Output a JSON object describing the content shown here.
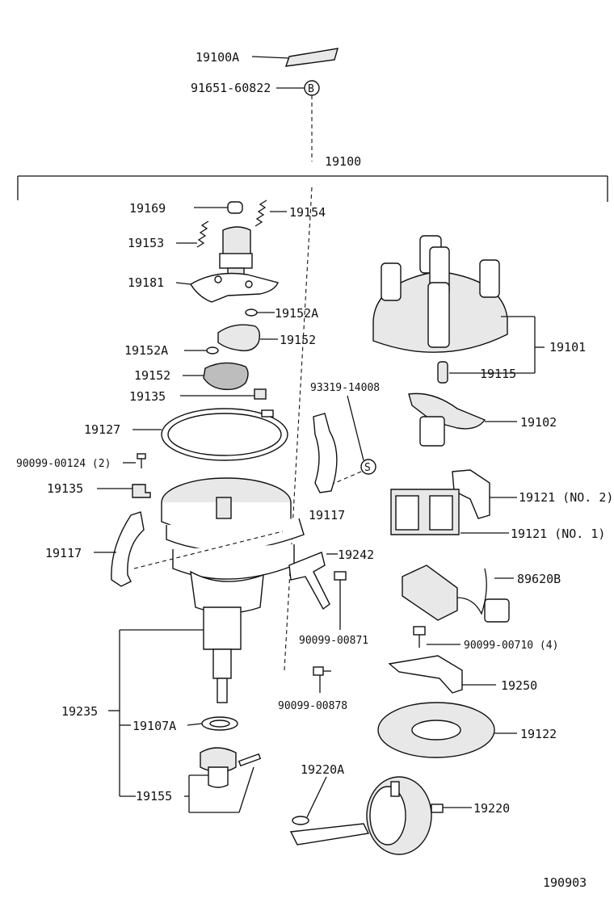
{
  "diagram": {
    "figure_code": "190903",
    "assembly_label": "19100",
    "callouts": {
      "c19100A": "19100A",
      "c91651": "91651-60822",
      "bolt_b": "B",
      "c19169": "19169",
      "c19154": "19154",
      "c19153": "19153",
      "c19181": "19181",
      "c19152A_1": "19152A",
      "c19152_1": "19152",
      "c19152A_2": "19152A",
      "c19152_2": "19152",
      "c19135_1": "19135",
      "c19127": "19127",
      "c90099_00124": "90099-00124 (2)",
      "c19135_2": "19135",
      "c19117_1": "19117",
      "c93319": "93319-14008",
      "bolt_s": "S",
      "c19117_2": "19117",
      "c19242": "19242",
      "c90099_00871": "90099-00871",
      "c90099_00878": "90099-00878",
      "c19235": "19235",
      "c19107A": "19107A",
      "c19155": "19155",
      "c19101": "19101",
      "c19115": "19115",
      "c19102": "19102",
      "c19121_no2": "19121 (NO. 2)",
      "c19121_no1": "19121 (NO. 1)",
      "c89620B": "89620B",
      "c90099_00710": "90099-00710 (4)",
      "c19250": "19250",
      "c19122": "19122",
      "c19220A": "19220A",
      "c19220": "19220"
    }
  }
}
